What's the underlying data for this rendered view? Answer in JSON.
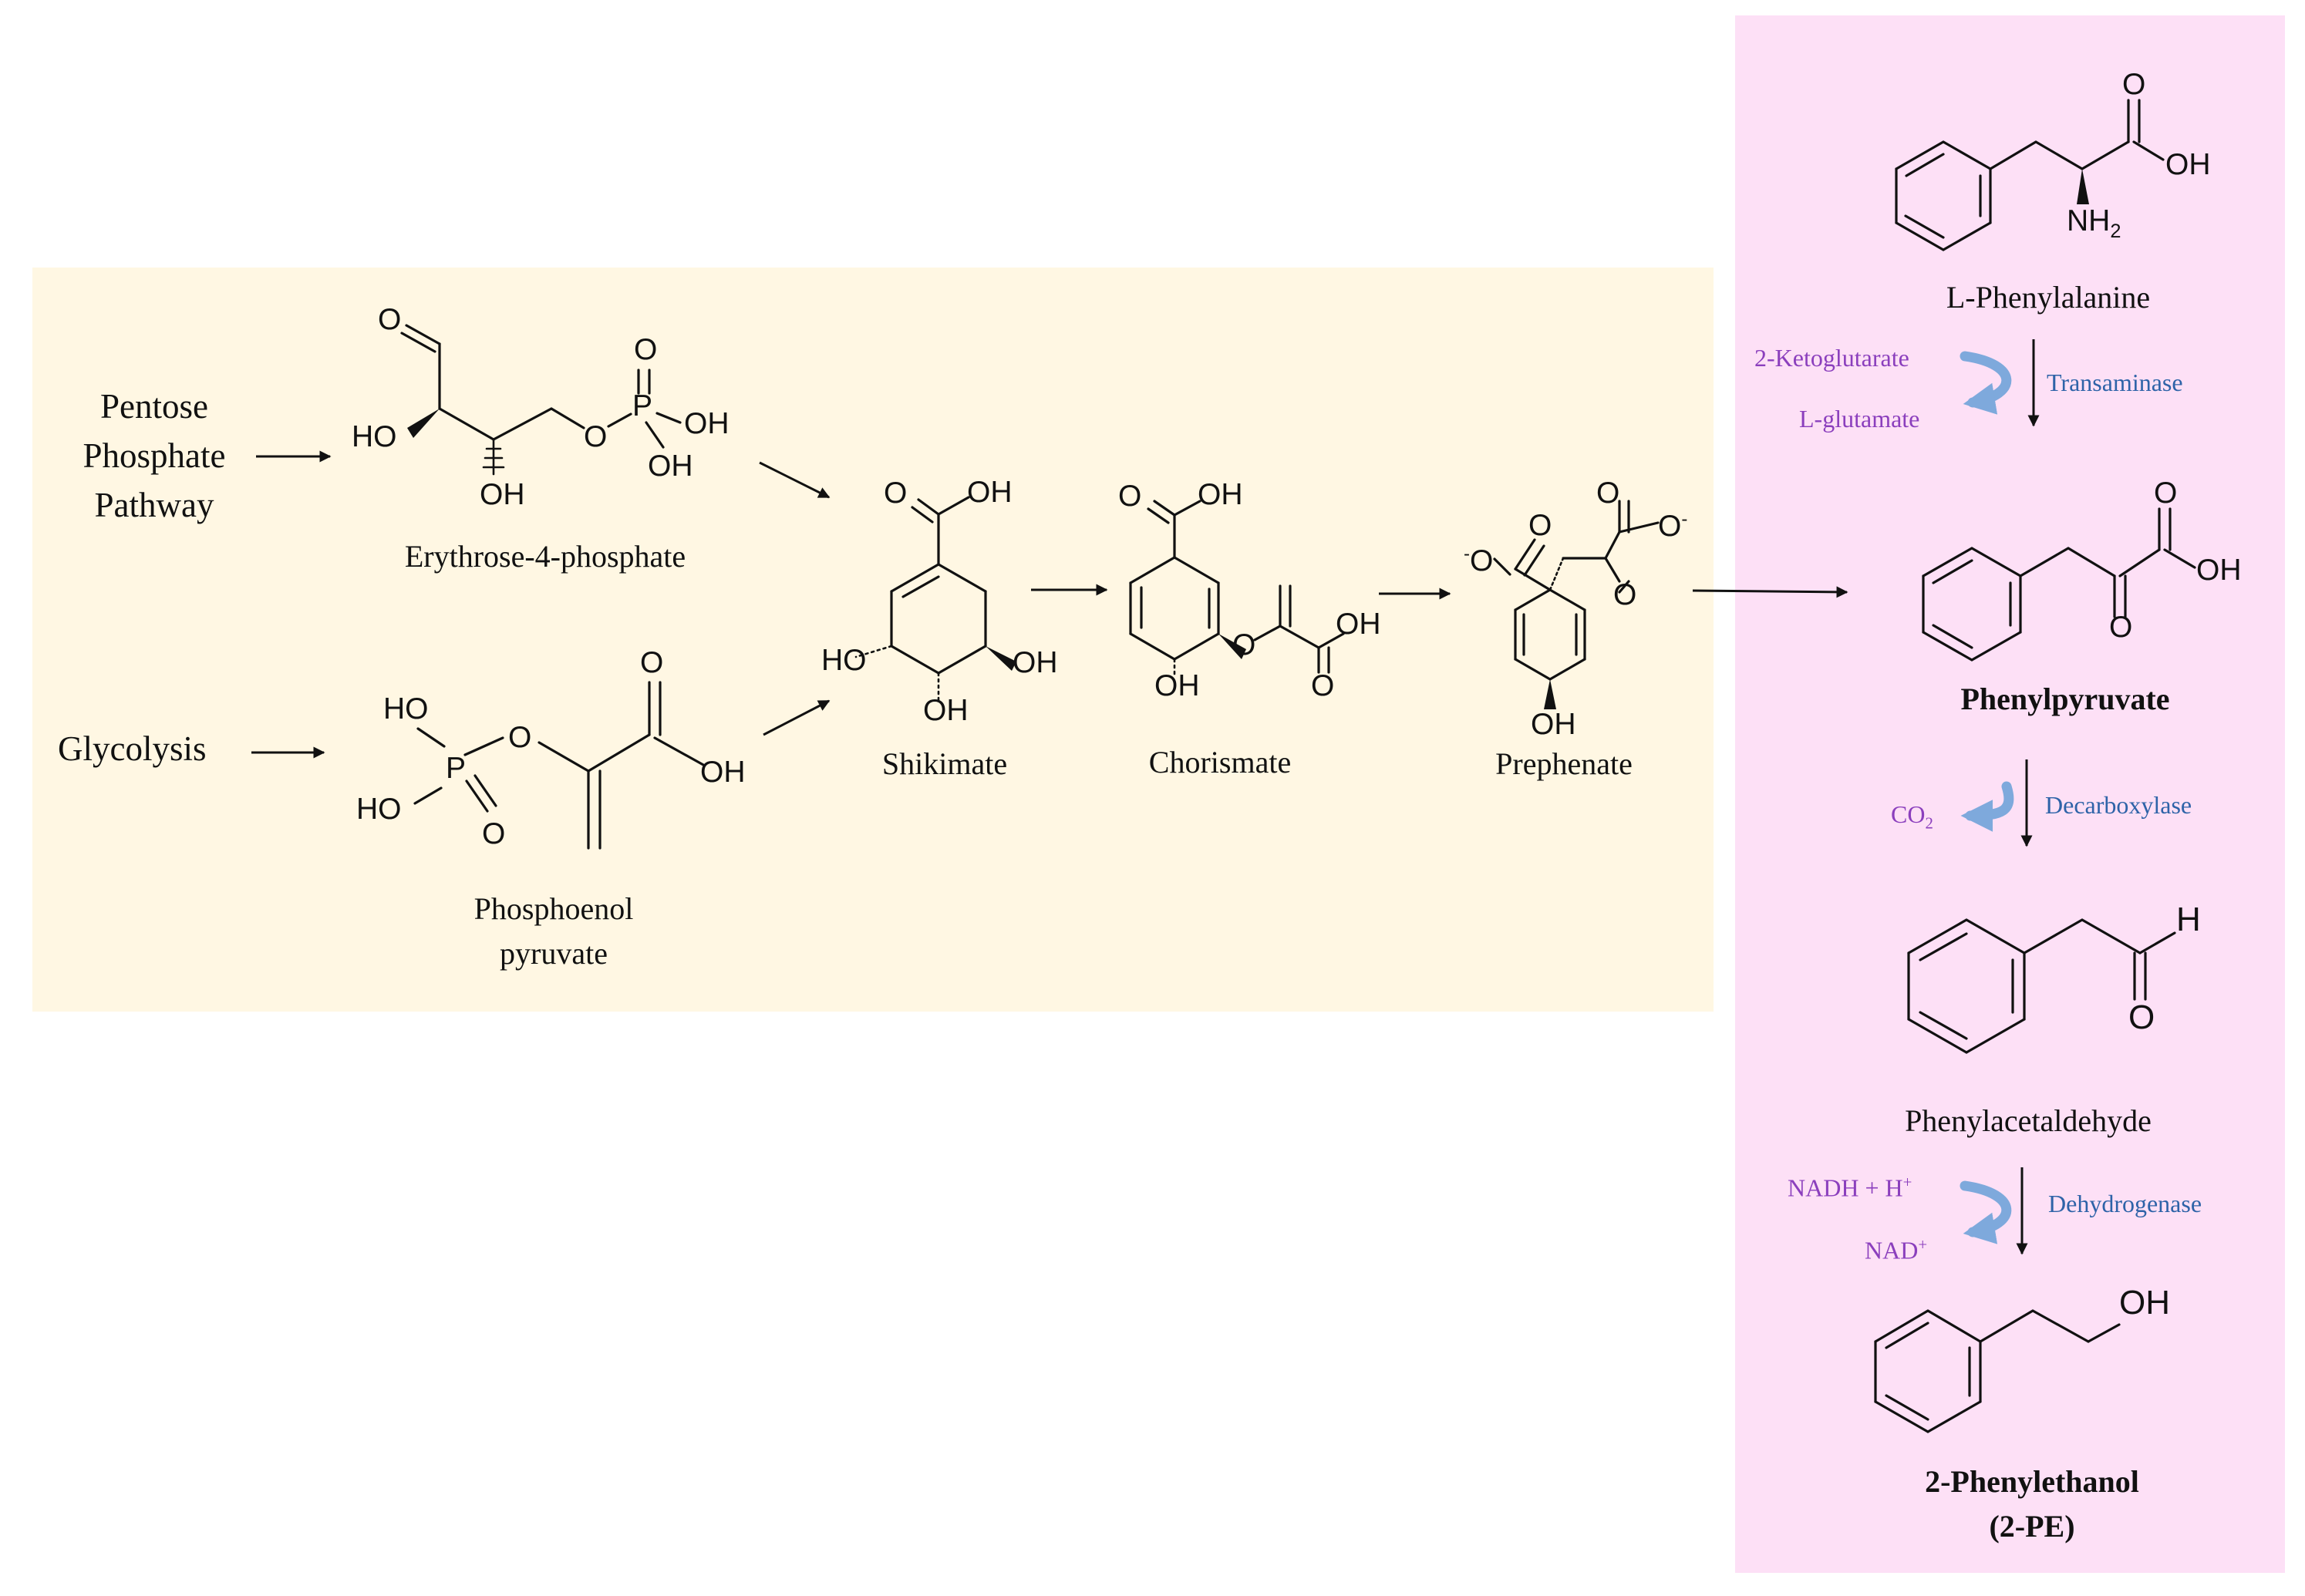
{
  "sources": {
    "ppp": "Pentose\nPhosphate\nPathway",
    "glycolysis": "Glycolysis"
  },
  "metabolites": {
    "e4p": "Erythrose-4-phosphate",
    "pep": "Phosphoenol\npyruvate",
    "shikimate": "Shikimate",
    "chorismate": "Chorismate",
    "prephenate": "Prephenate",
    "phe": "L-Phenylalanine",
    "phenylpyruvate": "Phenylpyruvate",
    "phenylacetaldehyde": "Phenylacetaldehyde",
    "pe": "2-Phenylethanol\n(2-PE)"
  },
  "cofactors": {
    "transamination_in": "2-Ketoglutarate",
    "transamination_out": "L-glutamate",
    "decarboxylation_out": "CO",
    "decarboxylation_out_sub": "2",
    "dehydrogenation_in": "NADH + H",
    "dehydrogenation_in_sup": "+",
    "dehydrogenation_out": "NAD",
    "dehydrogenation_out_sup": "+"
  },
  "enzymes": {
    "transaminase": "Transaminase",
    "decarboxylase": "Decarboxylase",
    "dehydrogenase": "Dehydrogenase"
  },
  "atoms": {
    "o": "O",
    "oh": "OH",
    "ho": "HO",
    "p": "P",
    "h": "H",
    "o_minus": "O",
    "minus": "-",
    "nh": "NH",
    "nh_sub": "2"
  },
  "colors": {
    "shikimate_panel": "#fff7e3",
    "ehrlich_panel": "#fde0f6",
    "cofactor_text": "#8b3fbd",
    "enzyme_text": "#2e63a8",
    "curved_arrow": "#7ea9dc"
  }
}
